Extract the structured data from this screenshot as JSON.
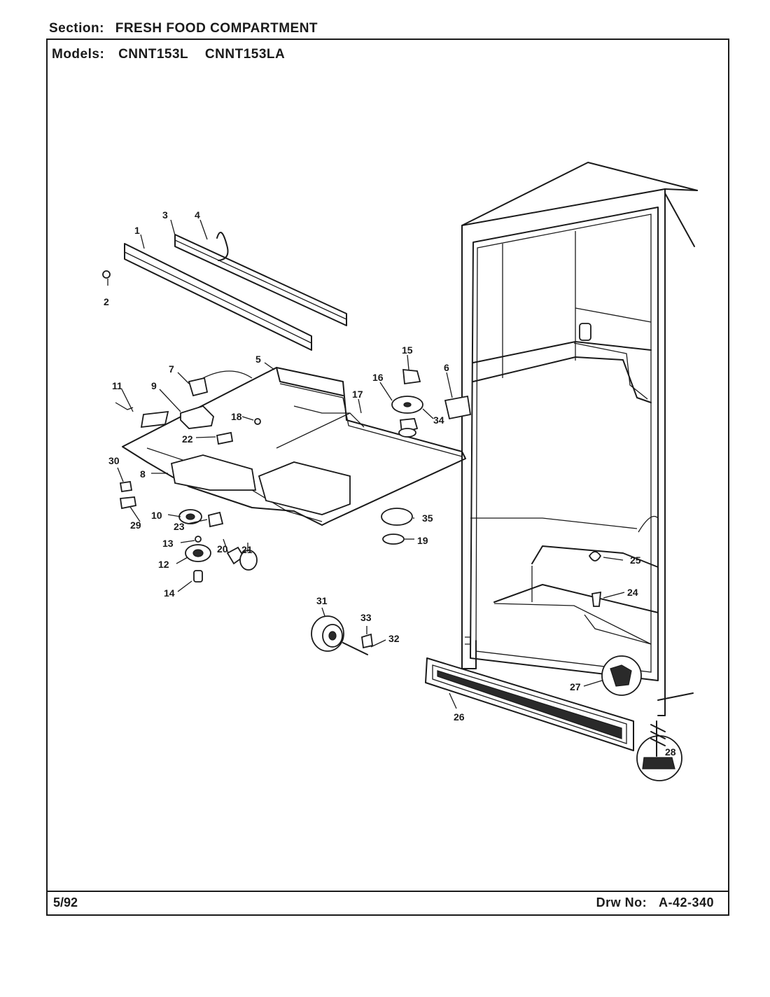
{
  "header": {
    "section_label": "Section:",
    "section_value": "FRESH FOOD COMPARTMENT",
    "models_label": "Models:",
    "models": [
      "CNNT153L",
      "CNNT153LA"
    ]
  },
  "footer": {
    "date": "5/92",
    "drawing_label": "Drw No:",
    "drawing_number": "A-42-340"
  },
  "callouts": [
    "1",
    "2",
    "3",
    "4",
    "5",
    "6",
    "7",
    "8",
    "9",
    "10",
    "11",
    "12",
    "13",
    "14",
    "15",
    "16",
    "17",
    "18",
    "19",
    "20",
    "21",
    "22",
    "23",
    "24",
    "25",
    "26",
    "27",
    "28",
    "29",
    "30",
    "31",
    "32",
    "33",
    "34",
    "35"
  ]
}
